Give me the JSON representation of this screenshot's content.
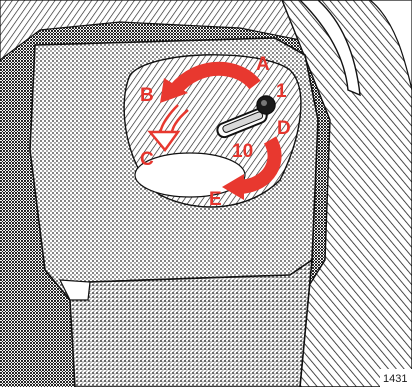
{
  "labels": {
    "a": "A",
    "b": "B",
    "c": "C",
    "d": "D",
    "e": "E",
    "one": "1",
    "ten": "10"
  },
  "figure_number": "1431",
  "colors": {
    "arrow_red": "#e8382f",
    "label_red": "#e5352d",
    "ink": "#1a1a1a",
    "background": "#ffffff"
  }
}
